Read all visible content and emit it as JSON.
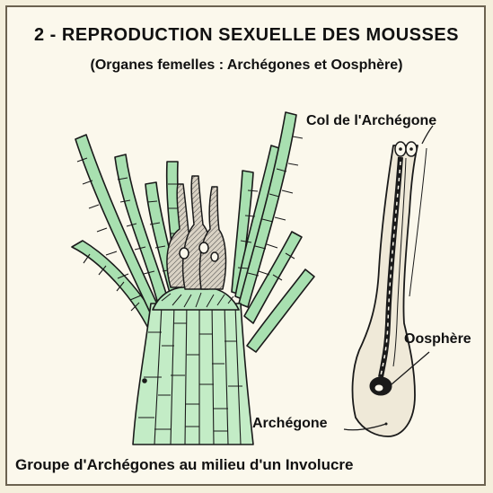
{
  "title": "2 - REPRODUCTION SEXUELLE DES MOUSSES",
  "subtitle": "(Organes femelles : Archégones et Oosphère)",
  "labels": {
    "col": "Col de l'Archégone",
    "oosphere": "Oosphère",
    "archegone": "Archégone"
  },
  "caption": "Groupe d'Archégones au milieu d'un Involucre",
  "colors": {
    "leaf_fill": "#a8e0b0",
    "leaf_stroke": "#1a1a1a",
    "stem_fill": "#c3ecc6",
    "archegonium_fill": "#e8e2d4",
    "background": "#fbf8ec"
  }
}
